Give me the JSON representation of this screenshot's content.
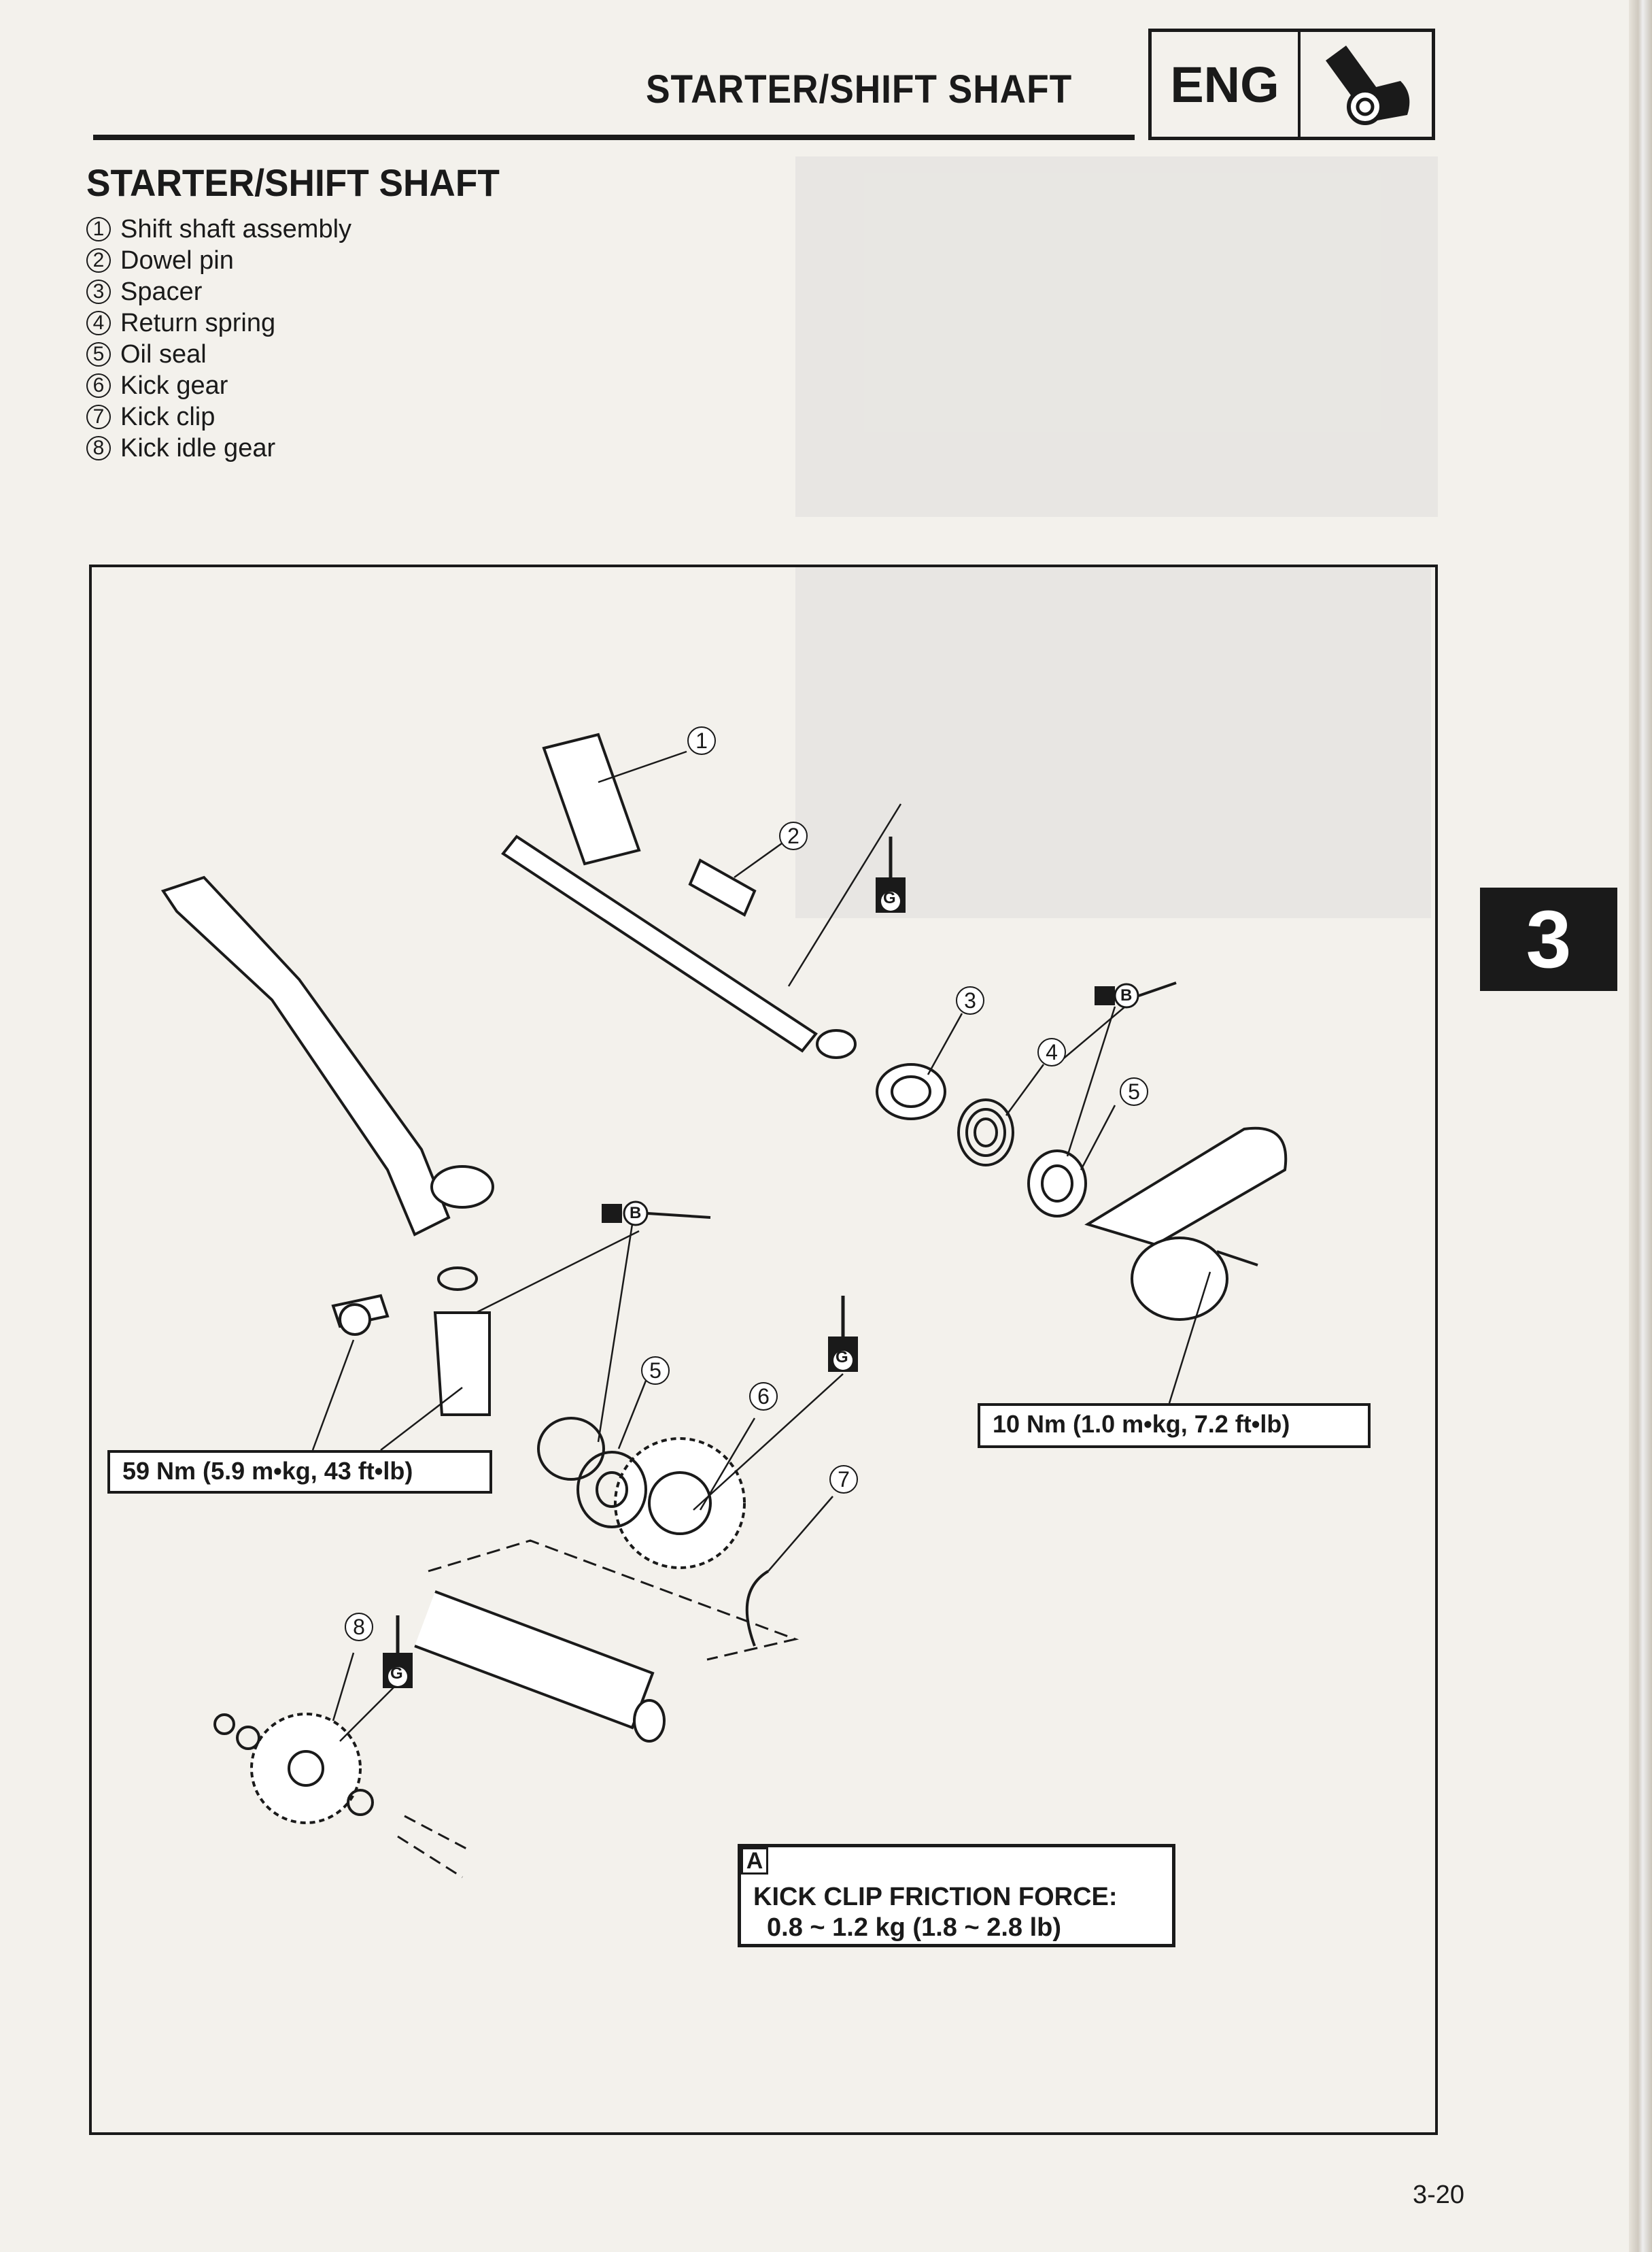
{
  "header": {
    "title": "STARTER/SHIFT SHAFT",
    "section_badge": "ENG",
    "section_icon": "engine-bolt-icon"
  },
  "section_title": "STARTER/SHIFT SHAFT",
  "parts": [
    {
      "num": "1",
      "label": "Shift shaft assembly"
    },
    {
      "num": "2",
      "label": "Dowel pin"
    },
    {
      "num": "3",
      "label": "Spacer"
    },
    {
      "num": "4",
      "label": "Return spring"
    },
    {
      "num": "5",
      "label": "Oil seal"
    },
    {
      "num": "6",
      "label": "Kick gear"
    },
    {
      "num": "7",
      "label": "Kick clip"
    },
    {
      "num": "8",
      "label": "Kick idle gear"
    }
  ],
  "chapter_tab": "3",
  "diagram": {
    "callouts": [
      "1",
      "2",
      "3",
      "4",
      "5",
      "5",
      "6",
      "7",
      "8"
    ],
    "grease_markers": [
      "G",
      "G",
      "G"
    ],
    "lube_markers": [
      "B",
      "B"
    ],
    "torque_specs": [
      "59 Nm (5.9 m•kg, 43 ft•lb)",
      "10 Nm (1.0 m•kg, 7.2 ft•lb)"
    ],
    "note_label": "A",
    "note_title": "KICK CLIP FRICTION FORCE:",
    "note_value": "0.8 ~ 1.2 kg (1.8 ~ 2.8 lb)"
  },
  "page_number": "3-20"
}
